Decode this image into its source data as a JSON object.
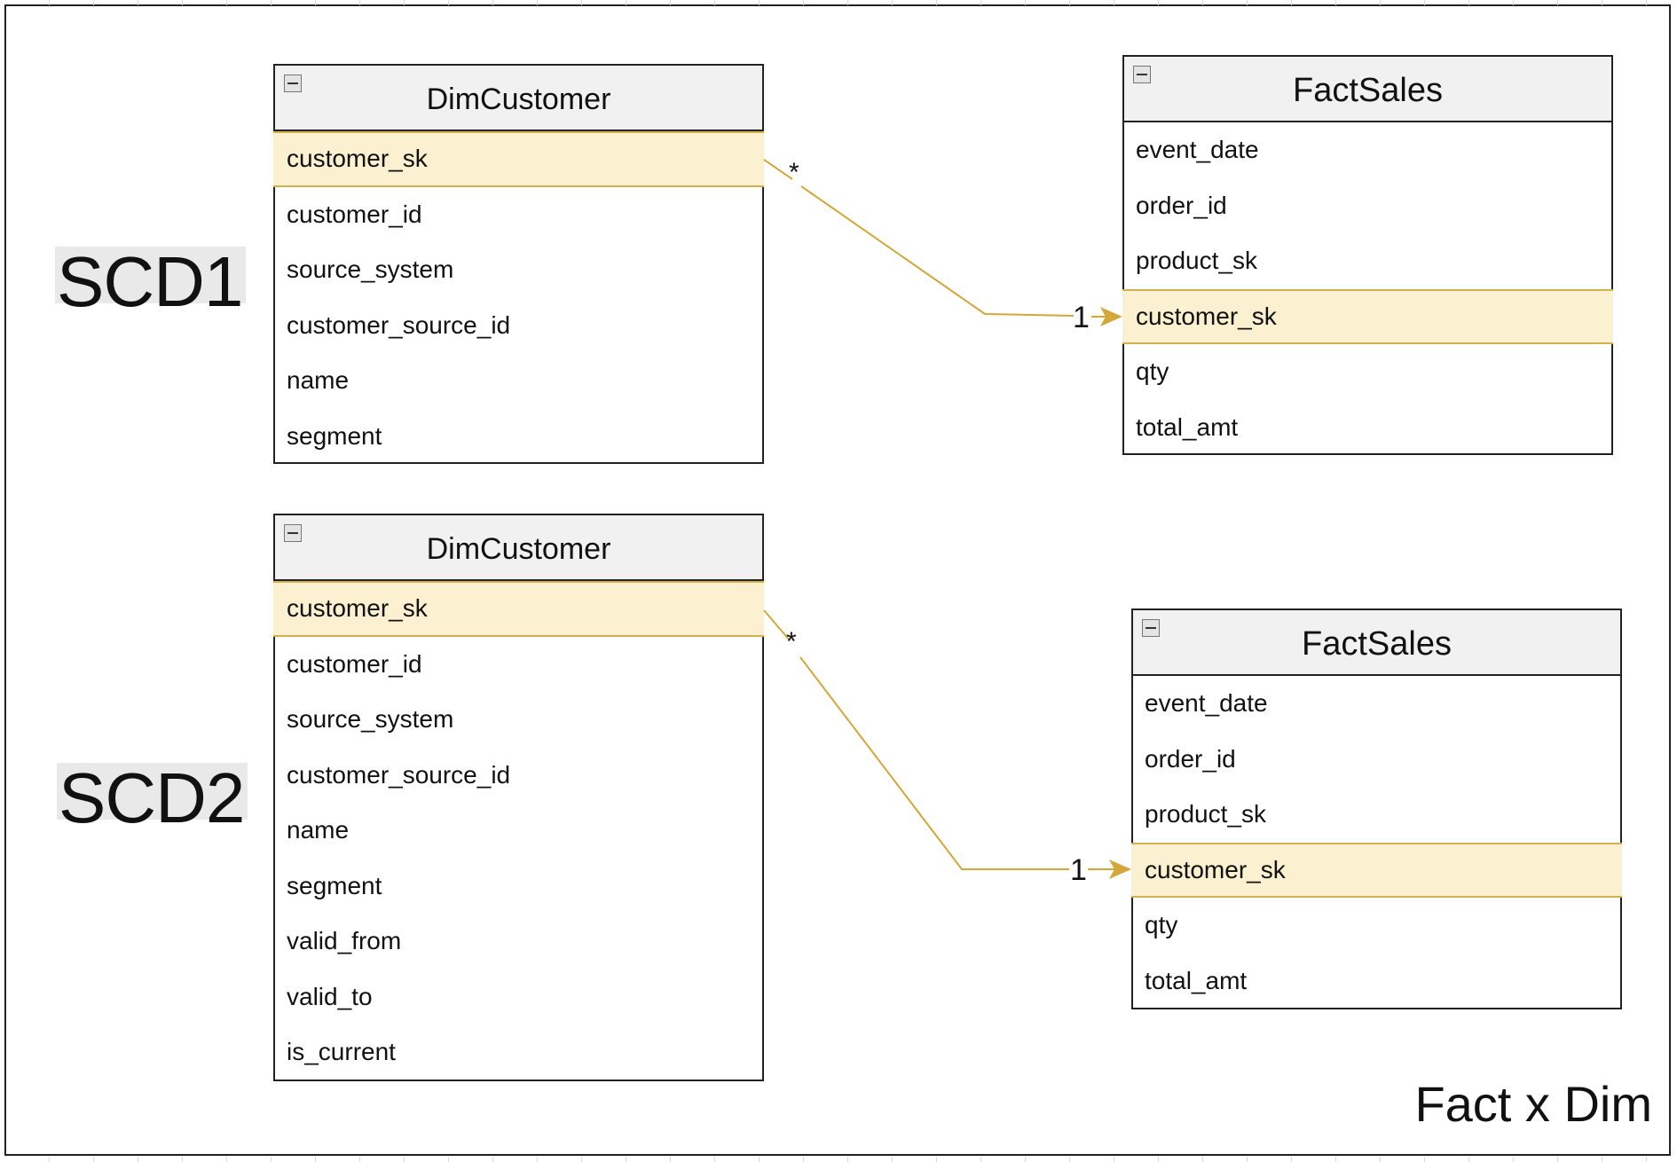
{
  "diagram_title": "Fact x Dim",
  "sections": [
    {
      "label": "SCD1",
      "dimension": {
        "title": "DimCustomer",
        "fields": [
          {
            "name": "customer_sk",
            "highlight": true
          },
          {
            "name": "customer_id",
            "highlight": false
          },
          {
            "name": "source_system",
            "highlight": false
          },
          {
            "name": "customer_source_id",
            "highlight": false
          },
          {
            "name": "name",
            "highlight": false
          },
          {
            "name": "segment",
            "highlight": false
          }
        ]
      },
      "fact": {
        "title": "FactSales",
        "fields": [
          {
            "name": "event_date",
            "highlight": false
          },
          {
            "name": "order_id",
            "highlight": false
          },
          {
            "name": "product_sk",
            "highlight": false
          },
          {
            "name": "customer_sk",
            "highlight": true
          },
          {
            "name": "qty",
            "highlight": false
          },
          {
            "name": "total_amt",
            "highlight": false
          }
        ]
      },
      "relationship": {
        "from_cardinality": "*",
        "to_cardinality": "1"
      }
    },
    {
      "label": "SCD2",
      "dimension": {
        "title": "DimCustomer",
        "fields": [
          {
            "name": "customer_sk",
            "highlight": true
          },
          {
            "name": "customer_id",
            "highlight": false
          },
          {
            "name": "source_system",
            "highlight": false
          },
          {
            "name": "customer_source_id",
            "highlight": false
          },
          {
            "name": "name",
            "highlight": false
          },
          {
            "name": "segment",
            "highlight": false
          },
          {
            "name": "valid_from",
            "highlight": false
          },
          {
            "name": "valid_to",
            "highlight": false
          },
          {
            "name": "is_current",
            "highlight": false
          }
        ]
      },
      "fact": {
        "title": "FactSales",
        "fields": [
          {
            "name": "event_date",
            "highlight": false
          },
          {
            "name": "order_id",
            "highlight": false
          },
          {
            "name": "product_sk",
            "highlight": false
          },
          {
            "name": "customer_sk",
            "highlight": true
          },
          {
            "name": "qty",
            "highlight": false
          },
          {
            "name": "total_amt",
            "highlight": false
          }
        ]
      },
      "relationship": {
        "from_cardinality": "*",
        "to_cardinality": "1"
      }
    }
  ],
  "colors": {
    "connector": "#d4a73a",
    "key_highlight_fill": "#fbf0cf",
    "key_highlight_border": "#d4b050",
    "header_fill": "#f1f1f1"
  },
  "icons": {
    "collapse": "collapse-icon",
    "arrow": "arrow-head-icon"
  }
}
